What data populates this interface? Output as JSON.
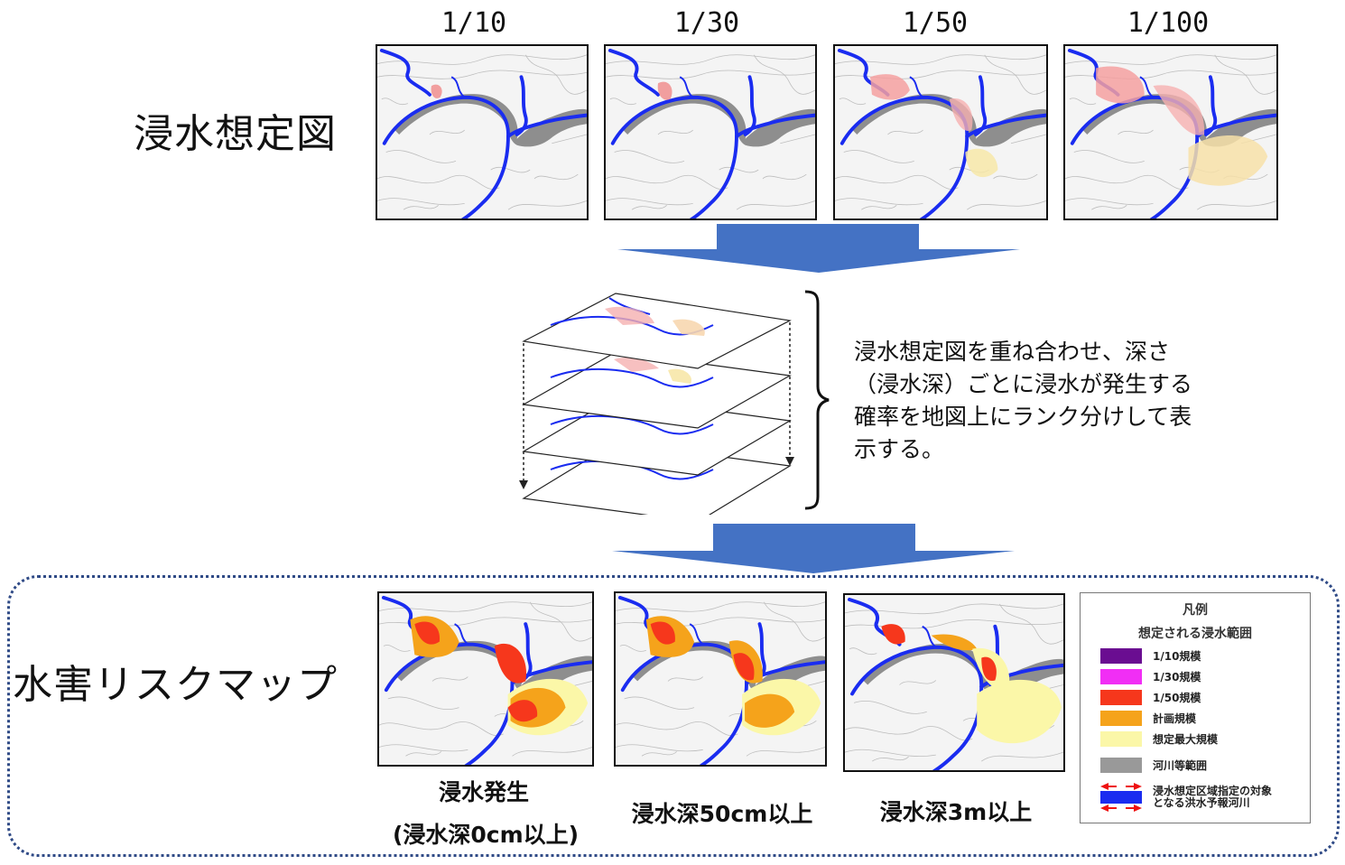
{
  "return_periods": [
    "1/10",
    "1/30",
    "1/50",
    "1/100"
  ],
  "label_top": "浸水想定図",
  "label_bottom": "水害リスクマップ",
  "description": [
    "浸水想定図を重ね合わせ、深さ",
    "（浸水深）ごとに浸水が発生する",
    "確率を地図上にランク分けして表",
    "示する。"
  ],
  "captions": {
    "map1_line1": "浸水発生",
    "map1_line2": "(浸水深0cm以上)",
    "map2": "浸水深50cm以上",
    "map3": "浸水深3m以上"
  },
  "legend": {
    "title": "凡例",
    "subtitle": "想定される浸水範囲",
    "items": [
      {
        "label": "1/10規模",
        "color": "#6a0d91"
      },
      {
        "label": "1/30規模",
        "color": "#f12ef5"
      },
      {
        "label": "1/50規模",
        "color": "#f6371c"
      },
      {
        "label": "計画規模",
        "color": "#f5a31b"
      },
      {
        "label": "想定最大規模",
        "color": "#fbf7a8"
      },
      {
        "label": "河川等範囲",
        "color": "#999999"
      }
    ],
    "river_label_1": "浸水想定区域指定の対象",
    "river_label_2": "となる洪水予報河川"
  },
  "colors": {
    "river": "#1a2cf0",
    "arrow": "#4472c4",
    "frame": "#2f4a86"
  }
}
